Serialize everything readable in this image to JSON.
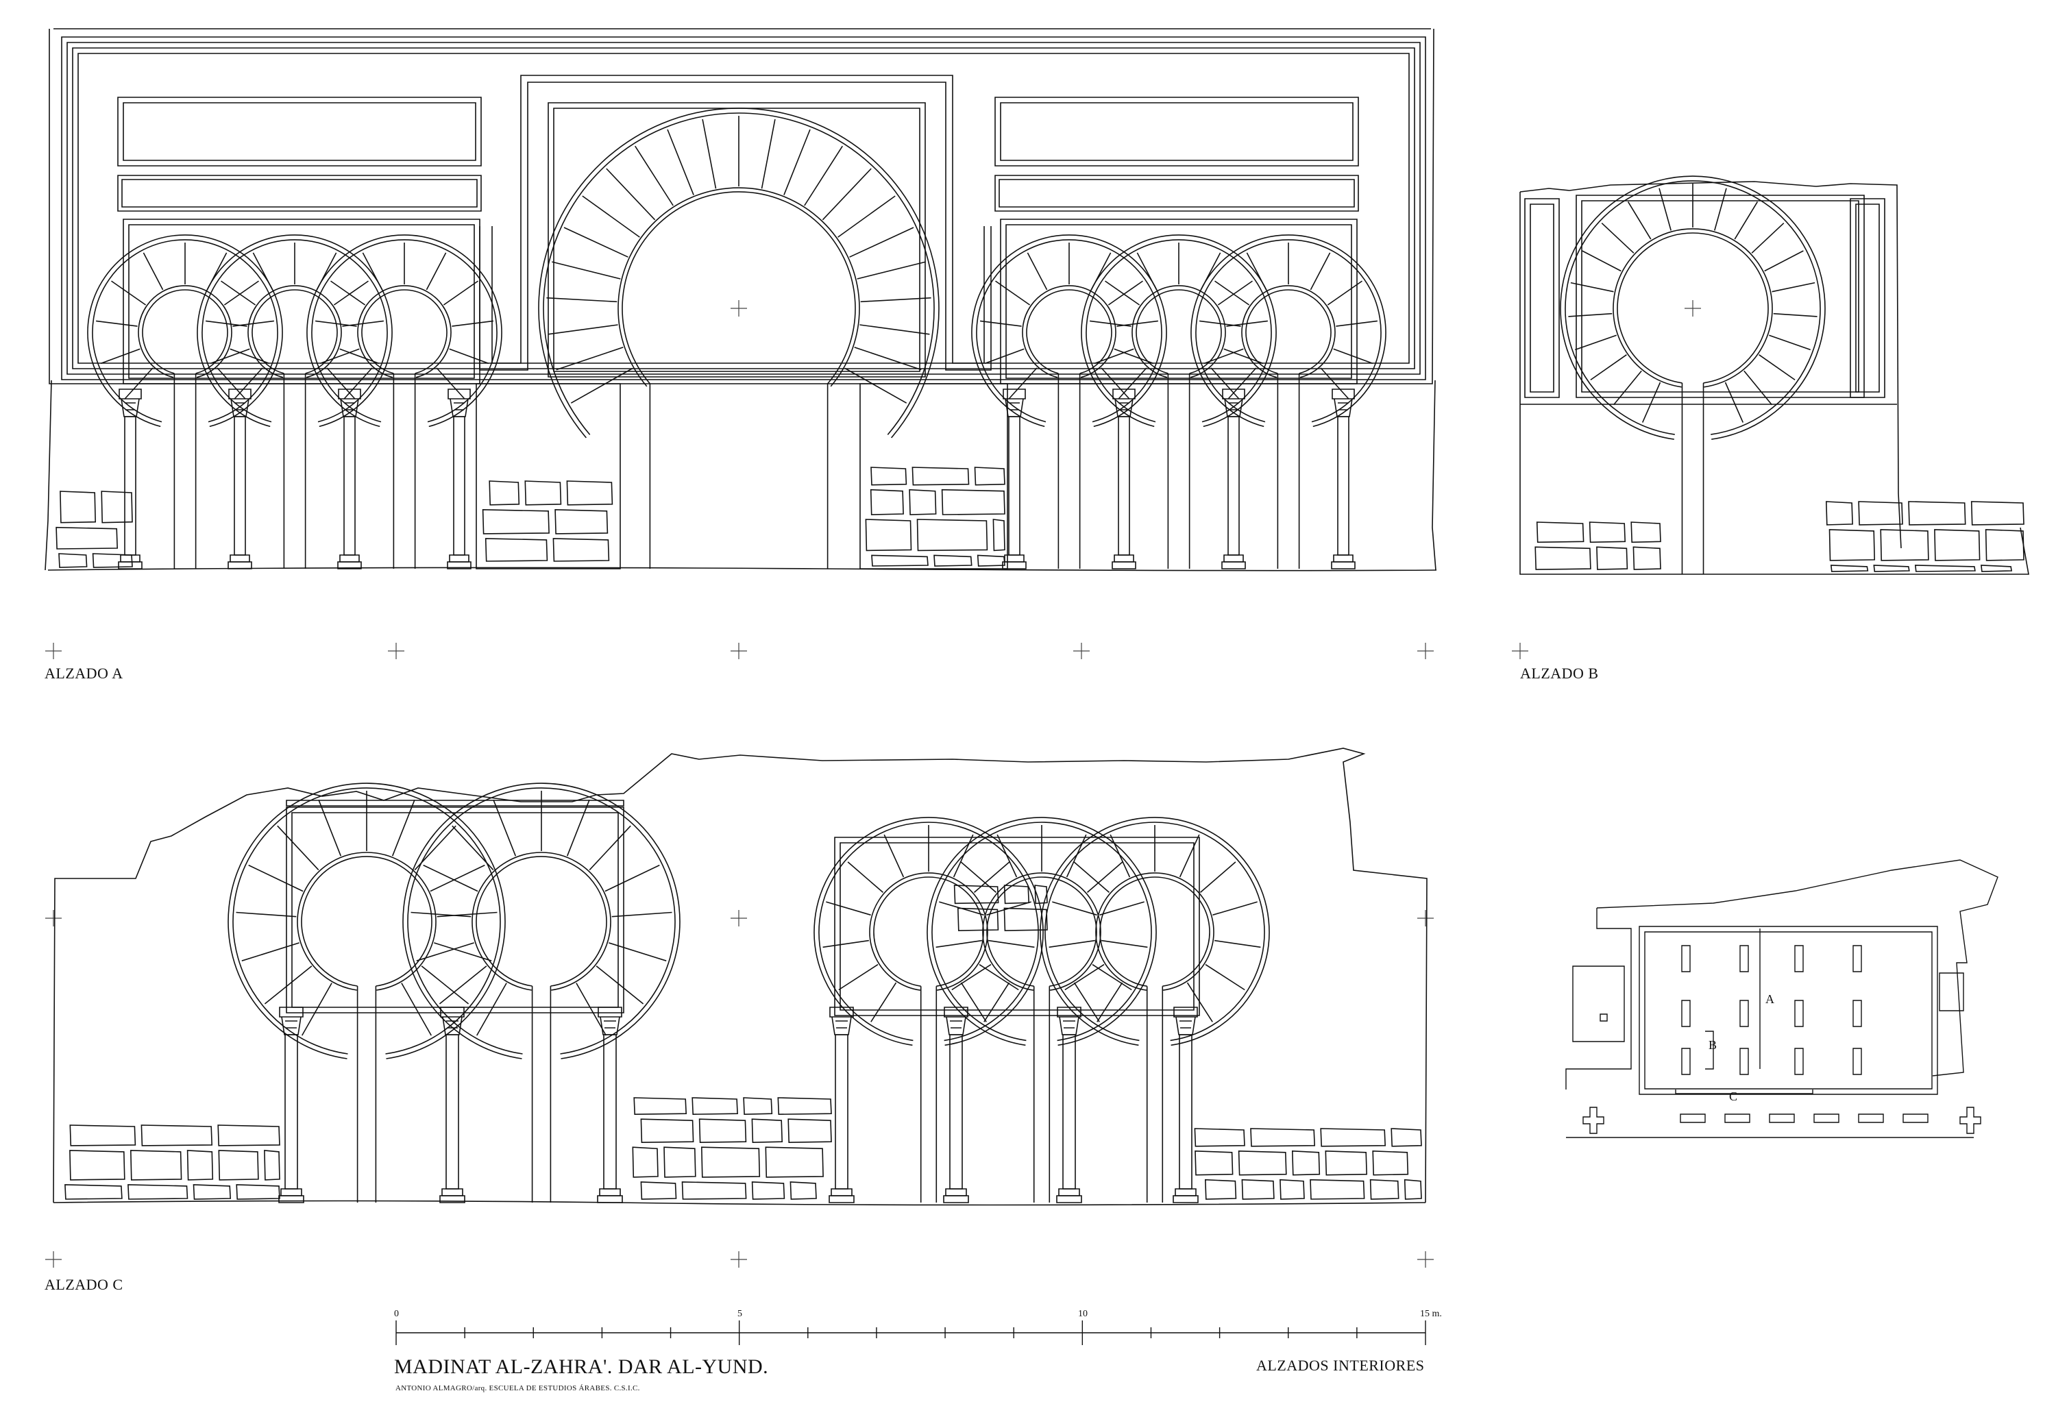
{
  "sections": {
    "alzado_a": "ALZADO A",
    "alzado_b": "ALZADO B",
    "alzado_c": "ALZADO C"
  },
  "title_block": {
    "title": "MADINAT AL-ZAHRA'. DAR AL-YUND.",
    "credit": "ANTONIO ALMAGRO/arq.  ESCUELA DE ESTUDIOS ÁRABES. C.S.I.C.",
    "subtitle": "ALZADOS INTERIORES"
  },
  "scale_bar": {
    "ticks": [
      "0",
      "5",
      "10",
      "15 m."
    ],
    "values_m": [
      0,
      5,
      10,
      15
    ]
  },
  "key_plan": {
    "labels": [
      "A",
      "B",
      "C"
    ]
  },
  "colors": {
    "ink": "#111111",
    "paper": "#ffffff"
  }
}
